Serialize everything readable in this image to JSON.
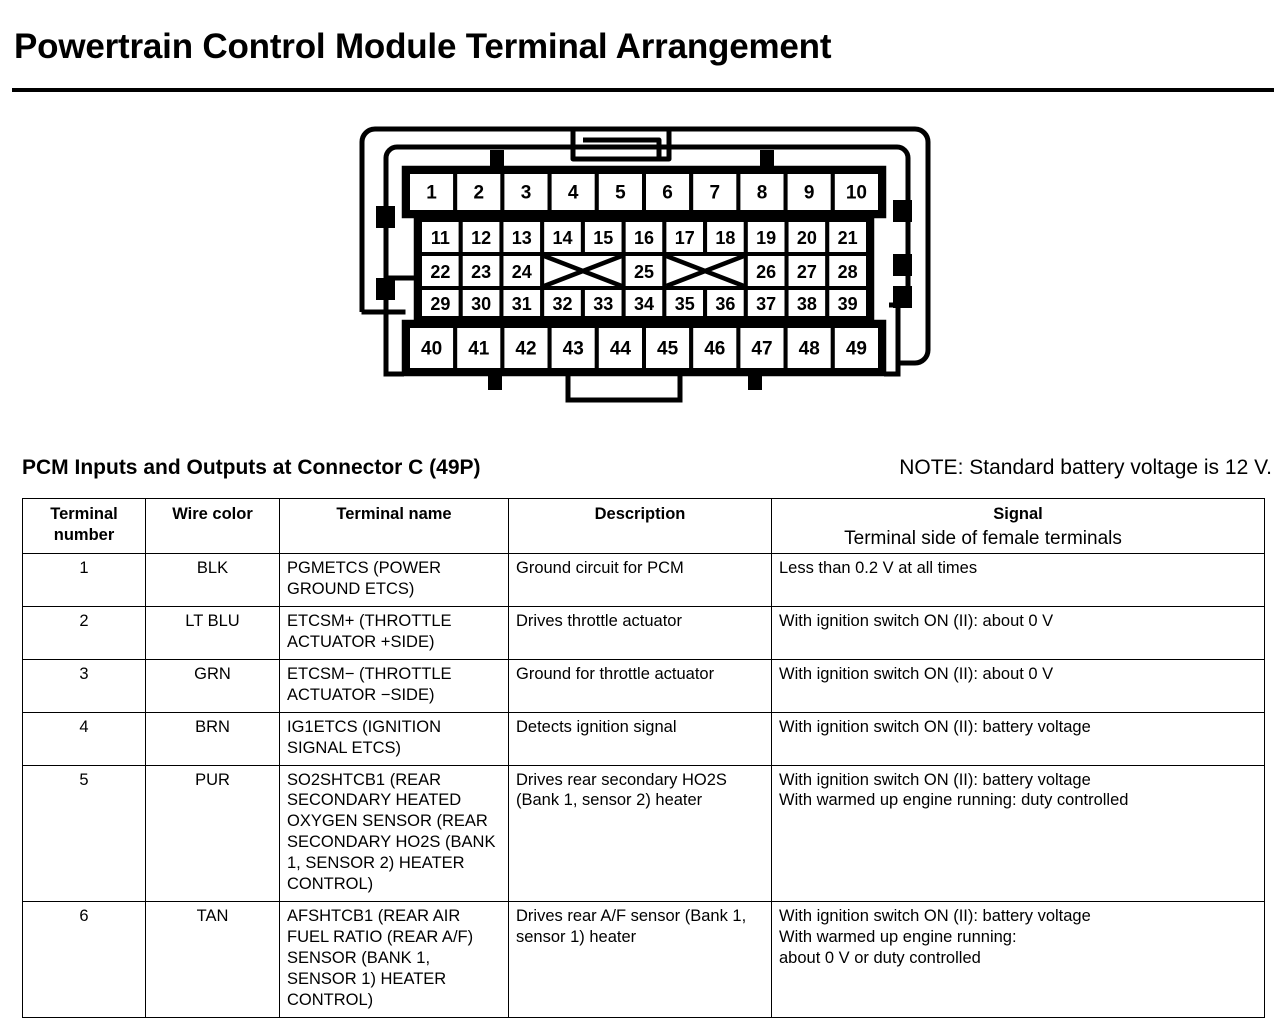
{
  "document": {
    "title": "Powertrain Control Module Terminal Arrangement"
  },
  "connector": {
    "caption": "Terminal side of female terminals",
    "section_heading": "PCM Inputs and Outputs at Connector C (49P)",
    "note": "NOTE: Standard battery voltage is 12 V.",
    "total_pins": "49P",
    "rows": [
      {
        "cells": [
          "1",
          "2",
          "3",
          "4",
          "5",
          "6",
          "7",
          "8",
          "9",
          "10"
        ]
      },
      {
        "cells": [
          "11",
          "12",
          "13",
          "14",
          "15",
          "16",
          "17",
          "18",
          "19",
          "20",
          "21"
        ]
      },
      {
        "cells": [
          "22",
          "23",
          "24",
          "X",
          "25",
          "X",
          "26",
          "27",
          "28"
        ]
      },
      {
        "cells": [
          "29",
          "30",
          "31",
          "32",
          "33",
          "34",
          "35",
          "36",
          "37",
          "38",
          "39"
        ]
      },
      {
        "cells": [
          "40",
          "41",
          "42",
          "43",
          "44",
          "45",
          "46",
          "47",
          "48",
          "49"
        ]
      }
    ]
  },
  "table": {
    "headers": {
      "terminal_number": "Terminal\nnumber",
      "wire_color": "Wire color",
      "terminal_name": "Terminal name",
      "description": "Description",
      "signal": "Signal"
    },
    "rows": [
      {
        "terminal_number": "1",
        "wire_color": "BLK",
        "terminal_name": "PGMETCS (POWER GROUND ETCS)",
        "description": "Ground circuit for PCM",
        "signal": "Less than 0.2 V at all times"
      },
      {
        "terminal_number": "2",
        "wire_color": "LT BLU",
        "terminal_name": "ETCSM+ (THROTTLE ACTUATOR +SIDE)",
        "description": "Drives throttle actuator",
        "signal": "With ignition switch ON (II): about 0 V"
      },
      {
        "terminal_number": "3",
        "wire_color": "GRN",
        "terminal_name": "ETCSM− (THROTTLE ACTUATOR −SIDE)",
        "description": "Ground for throttle actuator",
        "signal": "With ignition switch ON (II): about 0 V"
      },
      {
        "terminal_number": "4",
        "wire_color": "BRN",
        "terminal_name": "IG1ETCS (IGNITION SIGNAL ETCS)",
        "description": "Detects ignition signal",
        "signal": "With ignition switch ON (II): battery voltage"
      },
      {
        "terminal_number": "5",
        "wire_color": "PUR",
        "terminal_name": "SO2SHTCB1 (REAR SECONDARY HEATED OXYGEN SENSOR (REAR SECONDARY HO2S (BANK 1, SENSOR 2) HEATER CONTROL)",
        "description": "Drives rear secondary HO2S (Bank 1, sensor 2) heater",
        "signal": "With ignition switch ON (II): battery voltage\nWith warmed up engine running: duty controlled"
      },
      {
        "terminal_number": "6",
        "wire_color": "TAN",
        "terminal_name": "AFSHTCB1 (REAR AIR FUEL RATIO (REAR A/F) SENSOR (BANK 1, SENSOR 1) HEATER CONTROL)",
        "description": "Drives rear A/F sensor (Bank 1, sensor 1) heater",
        "signal": "With ignition switch ON (II): battery voltage\nWith warmed up engine running:\nabout 0 V or duty controlled"
      }
    ]
  },
  "colors": {
    "ink": "#000000",
    "paper": "#ffffff"
  }
}
